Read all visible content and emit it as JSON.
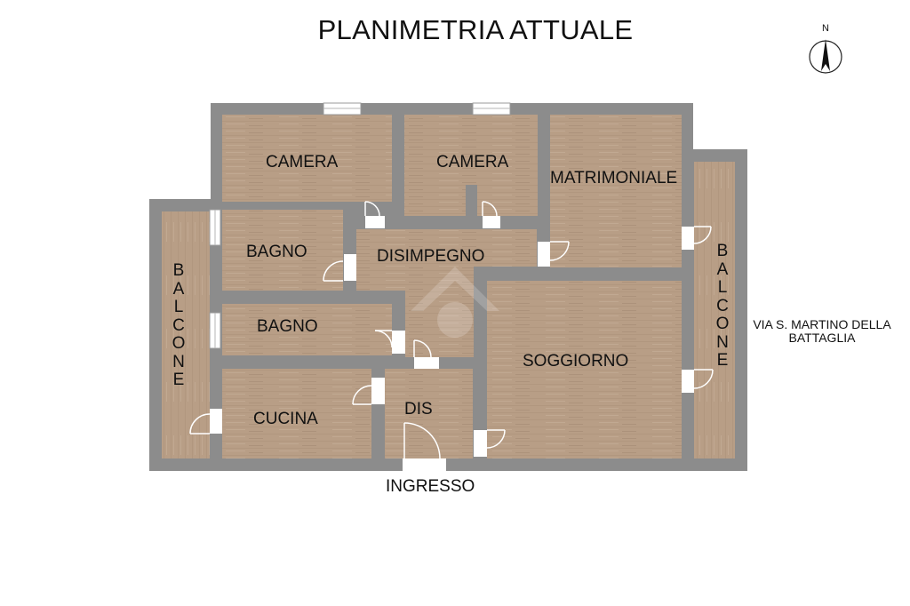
{
  "title": "PLANIMETRIA ATTUALE",
  "north_label": "N",
  "street": "VIA S. MARTINO DELLA BATTAGLIA",
  "entrance": "INGRESSO",
  "rooms": {
    "camera_1": "CAMERA",
    "camera_2": "CAMERA",
    "matrimoniale": "MATRIMONIALE",
    "bagno_1": "BAGNO",
    "bagno_2": "BAGNO",
    "disimpegno": "DISIMPEGNO",
    "soggiorno": "SOGGIORNO",
    "cucina": "CUCINA",
    "dis": "DIS",
    "balcone_left": "BALCONE",
    "balcone_right": "BALCONE"
  },
  "colors": {
    "wall": "#8c8c8c",
    "floor": "#b89e86",
    "floor_dark": "#a98f77",
    "text": "#111111"
  }
}
